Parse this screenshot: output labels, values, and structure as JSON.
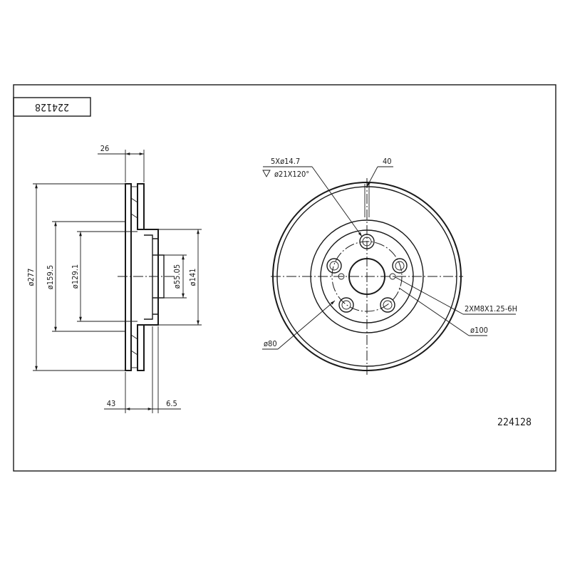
{
  "part_number": "224128",
  "title_block_number": "224128",
  "side_view": {
    "thickness_label": "26",
    "outer_diameter_label": "ø277",
    "hat_diameter_label": "ø159.5",
    "inner_diameter_label": "ø129.1",
    "bore_diameter_label": "ø55.05",
    "hub_diameter_label": "ø141",
    "offset_label": "43",
    "hat_thickness_label": "6.5"
  },
  "front_view": {
    "bolt_holes_label": "5Xø14.7",
    "countersink_label": "ø21X120°",
    "vent_label": "40",
    "thread_label": "2XM8X1.25-6H",
    "pcd_label": "ø100",
    "center_diameter_label": "ø80"
  },
  "colors": {
    "line": "#1a1a1a",
    "background": "#ffffff"
  }
}
